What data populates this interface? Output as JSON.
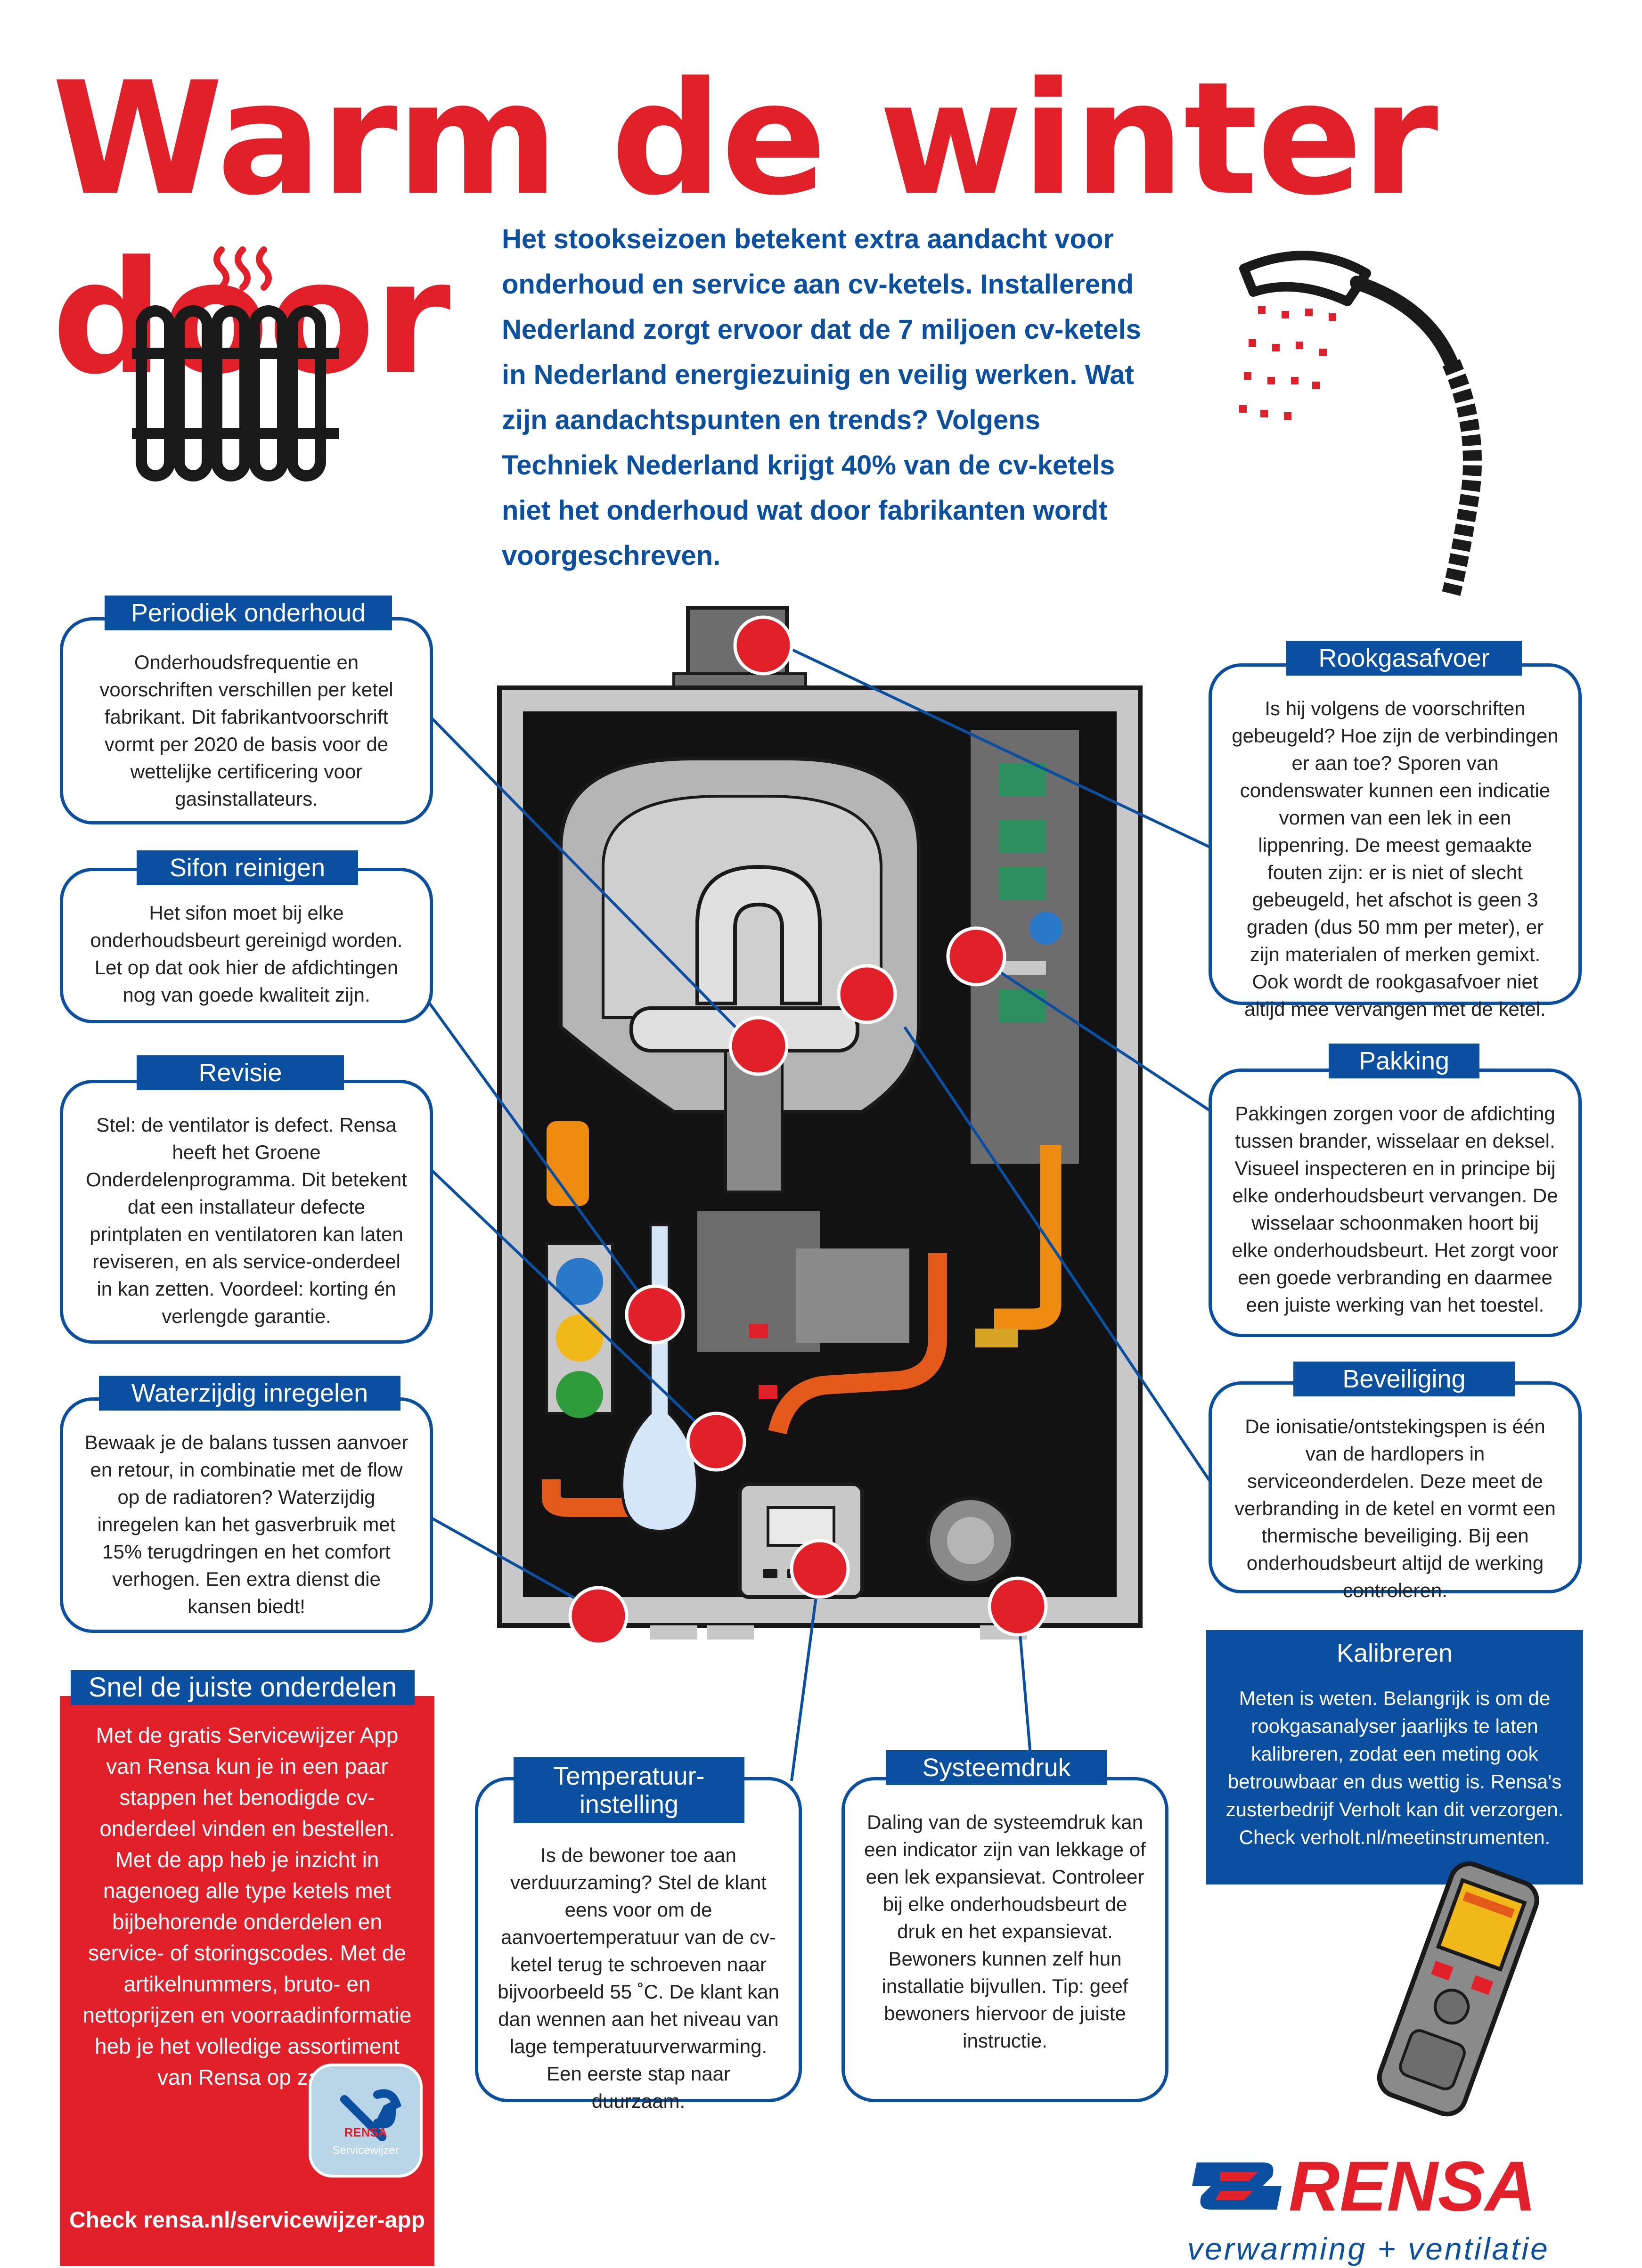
{
  "title": "Warm de winter door",
  "intro": "Het stookseizoen betekent extra aandacht voor onderhoud en service aan cv-ketels. Installerend Nederland zorgt ervoor dat de 7 miljoen cv-ketels in Nederland energiezuinig en veilig werken. Wat zijn aandachtspunten en trends? Volgens Techniek Nederland krijgt 40% van de cv-ketels niet het onderhoud wat door fabrikanten wordt voorgeschreven.",
  "sections": {
    "periodiek": {
      "label": "Periodiek onderhoud",
      "text": "Onderhoudsfrequentie en voorschriften verschillen per ketel fabrikant.  Dit fabrikantvoorschrift vormt per 2020 de basis voor de wettelijke certificering voor gasinstallateurs."
    },
    "sifon": {
      "label": "Sifon reinigen",
      "text": "Het sifon moet bij elke onderhoudsbeurt gereinigd worden. Let op dat ook hier de afdichtingen nog van goede kwaliteit zijn."
    },
    "revisie": {
      "label": "Revisie",
      "text": "Stel: de ventilator is defect. Rensa heeft het Groene Onderdelenprogramma. Dit betekent dat een installateur defecte printplaten en ventilatoren kan laten reviseren, en als service-onderdeel in kan zetten. Voordeel: korting én verlengde garantie."
    },
    "waterzijdig": {
      "label": "Waterzijdig inregelen",
      "text": "Bewaak je de balans tussen aanvoer en retour, in combinatie met de flow op de radiatoren? Waterzijdig inregelen kan het gasverbruik met 15% terugdringen en het comfort verhogen. Een extra dienst die kansen biedt!"
    },
    "rookgas": {
      "label": "Rookgasafvoer",
      "text": "Is hij volgens de voorschriften gebeugeld? Hoe zijn de verbindingen er aan toe? Sporen van condenswater kunnen een indicatie vormen van een lek in een lippenring. De meest gemaakte fouten zijn: er is niet of slecht gebeugeld, het afschot is geen 3 graden (dus 50 mm per meter), er zijn materialen of merken gemixt. Ook wordt de rookgasafvoer niet altijd mee vervangen met de ketel."
    },
    "pakking": {
      "label": "Pakking",
      "text": "Pakkingen zorgen voor de afdichting tussen brander, wisselaar en deksel. Visueel inspecteren en in principe bij elke onderhoudsbeurt vervangen. De wisselaar schoonmaken hoort bij elke onderhoudsbeurt. Het zorgt voor een goede verbranding en daarmee een juiste werking van het toestel."
    },
    "beveiliging": {
      "label": "Beveiliging",
      "text": "De ionisatie/ontstekingspen is één van de hardlopers in serviceonderdelen. Deze meet de verbranding in de ketel en vormt een thermische beveiliging. Bij een onderhoudsbeurt altijd de werking controleren."
    },
    "kalibreren": {
      "label": "Kalibreren",
      "text": "Meten is weten. Belangrijk is om de rookgasanalyser jaarlijks te laten kalibreren, zodat een meting ook betrouwbaar en dus wettig is. Rensa's zusterbedrijf Verholt kan dit verzorgen. Check verholt.nl/meetinstrumenten."
    },
    "temperatuur": {
      "label_line1": "Temperatuur-",
      "label_line2": "instelling",
      "text": "Is de bewoner toe aan verduurzaming? Stel de klant eens voor om de aanvoertemperatuur van de cv-ketel terug te schroeven naar bijvoorbeeld 55 ˚C. De klant kan dan wennen aan het niveau van lage temperatuurverwarming. Een eerste stap naar duurzaam."
    },
    "systeemdruk": {
      "label": "Systeemdruk",
      "text": "Daling van de systeemdruk kan een indicator zijn van lekkage of een lek expansievat. Controleer bij elke onderhoudsbeurt de druk en het expansievat. Bewoners kunnen zelf hun installatie bijvullen. Tip: geef bewoners hiervoor de juiste instructie."
    },
    "snel": {
      "label": "Snel de juiste onderdelen",
      "text": "Met de gratis Servicewijzer App van Rensa kun je in een paar stappen het benodigde cv-onderdeel vinden en bestellen. Met de app heb je inzicht in nagenoeg alle type ketels met bijbehorende onderdelen en service- of storingscodes. Met de artikelnummers, bruto- en nettoprijzen en voorraadinformatie heb je het volledige assortiment van Rensa op zak.",
      "cta": "Check rensa.nl/servicewijzer-app"
    }
  },
  "app_icon": {
    "brand": "RENSA",
    "caption": "Servicewijzer"
  },
  "logo": {
    "name": "RENSA",
    "tagline": "verwarming + ventilatie"
  },
  "colors": {
    "red": "#e2202a",
    "blue": "#0a4fa0",
    "dark": "#1a1a1a"
  }
}
